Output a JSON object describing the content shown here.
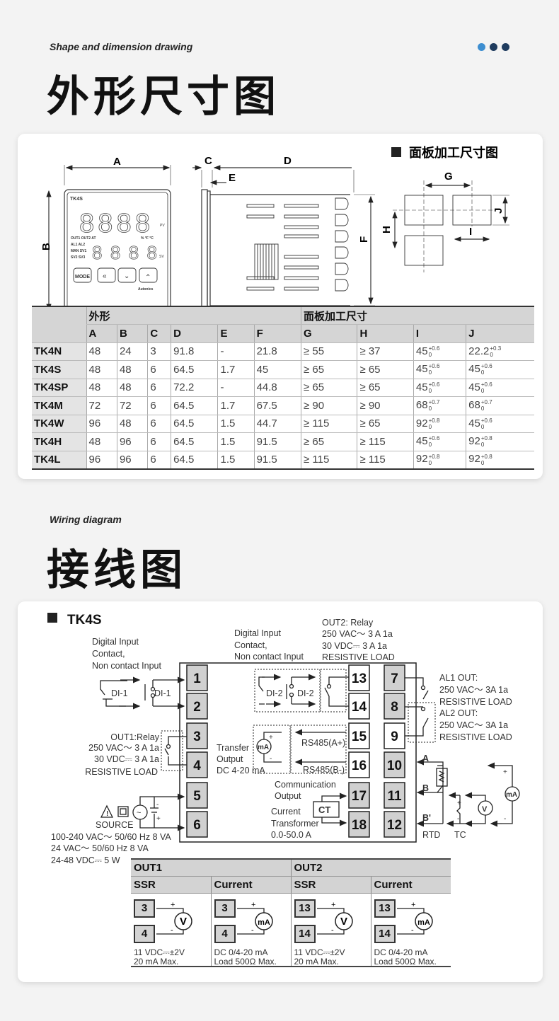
{
  "section1": {
    "subtitle": "Shape and dimension drawing",
    "title": "外形尺寸图"
  },
  "section2": {
    "subtitle": "Wiring diagram",
    "title": "接线图"
  },
  "colors": {
    "dot1": "#3d8ed0",
    "dot2": "#1f3c5e",
    "dot3": "#1f3c5e",
    "terminal_gray": "#d0d0d0"
  },
  "drawing": {
    "panel_title": "面板加工尺寸图",
    "labels": {
      "A": "A",
      "B": "B",
      "C": "C",
      "D": "D",
      "E": "E",
      "F": "F",
      "G": "G",
      "H": "H",
      "I": "I",
      "J": "J"
    },
    "device": {
      "model": "TK4S",
      "pv": "PV",
      "sv": "SV",
      "ind1": "OUT1 OUT2 AT",
      "ind2": "AL1 AL2",
      "ind3": "MAN SV1",
      "ind4": "SV2 SV3",
      "units": "% °F °C",
      "mode": "MODE",
      "brand": "Autonics"
    }
  },
  "dim_table": {
    "groups": [
      "外形",
      "面板加工尺寸"
    ],
    "columns": [
      "A",
      "B",
      "C",
      "D",
      "E",
      "F",
      "G",
      "H",
      "I",
      "J"
    ],
    "rows": [
      {
        "model": "TK4N",
        "v": [
          "48",
          "24",
          "3",
          "91.8",
          "-",
          "21.8",
          "≥ 55",
          "≥ 37"
        ],
        "I": [
          "45",
          "+0.6",
          "0"
        ],
        "J": [
          "22.2",
          "+0.3",
          "0"
        ]
      },
      {
        "model": "TK4S",
        "v": [
          "48",
          "48",
          "6",
          "64.5",
          "1.7",
          "45",
          "≥ 65",
          "≥ 65"
        ],
        "I": [
          "45",
          "+0.6",
          "0"
        ],
        "J": [
          "45",
          "+0.6",
          "0"
        ]
      },
      {
        "model": "TK4SP",
        "v": [
          "48",
          "48",
          "6",
          "72.2",
          "-",
          "44.8",
          "≥ 65",
          "≥ 65"
        ],
        "I": [
          "45",
          "+0.6",
          "0"
        ],
        "J": [
          "45",
          "+0.6",
          "0"
        ]
      },
      {
        "model": "TK4M",
        "v": [
          "72",
          "72",
          "6",
          "64.5",
          "1.7",
          "67.5",
          "≥ 90",
          "≥ 90"
        ],
        "I": [
          "68",
          "+0.7",
          "0"
        ],
        "J": [
          "68",
          "+0.7",
          "0"
        ]
      },
      {
        "model": "TK4W",
        "v": [
          "96",
          "48",
          "6",
          "64.5",
          "1.5",
          "44.7",
          "≥ 115",
          "≥ 65"
        ],
        "I": [
          "92",
          "+0.8",
          "0"
        ],
        "J": [
          "45",
          "+0.6",
          "0"
        ]
      },
      {
        "model": "TK4H",
        "v": [
          "48",
          "96",
          "6",
          "64.5",
          "1.5",
          "91.5",
          "≥ 65",
          "≥ 115"
        ],
        "I": [
          "45",
          "+0.6",
          "0"
        ],
        "J": [
          "92",
          "+0.8",
          "0"
        ]
      },
      {
        "model": "TK4L",
        "v": [
          "96",
          "96",
          "6",
          "64.5",
          "1.5",
          "91.5",
          "≥ 115",
          "≥ 115"
        ],
        "I": [
          "92",
          "+0.8",
          "0"
        ],
        "J": [
          "92",
          "+0.8",
          "0"
        ]
      }
    ]
  },
  "wiring": {
    "model": "TK4S",
    "terminals_left": [
      "1",
      "2",
      "3",
      "4",
      "5",
      "6"
    ],
    "terminals_mid": [
      "13",
      "14",
      "15",
      "16",
      "17",
      "18"
    ],
    "terminals_right": [
      "7",
      "8",
      "9",
      "10",
      "11",
      "12"
    ],
    "di_left": [
      "Digital Input",
      "Contact,",
      "Non contact Input"
    ],
    "di_mid": [
      "Digital Input",
      "Contact,",
      "Non contact Input"
    ],
    "di1": "DI-1",
    "di2": "DI-2",
    "out2": [
      "OUT2: Relay",
      "250 VAC～ 3 A 1a",
      "30 VDC⎓ 3 A 1a",
      "RESISTIVE LOAD"
    ],
    "al": [
      "AL1 OUT:",
      "250 VAC～ 3A 1a",
      "RESISTIVE LOAD",
      "AL2 OUT:",
      "250 VAC～ 3A 1a",
      "RESISTIVE LOAD"
    ],
    "out1": [
      "OUT1:Relay",
      "250 VAC～ 3 A 1a",
      "30 VDC⎓ 3 A 1a",
      "RESISTIVE LOAD"
    ],
    "transfer": [
      "Transfer",
      "Output",
      "DC 4-20 mA"
    ],
    "rs485a": "RS485(A+)",
    "rs485b": "RS485(B-)",
    "comm": [
      "Communication",
      "Output"
    ],
    "ct": [
      "Current",
      "Transformer",
      "0.0-50.0 A"
    ],
    "ct_box": "CT",
    "source": "SOURCE",
    "power": [
      "100-240 VAC～ 50/60 Hz 8 VA",
      "24 VAC～ 50/60 Hz 8 VA",
      "24-48 VDC⎓ 5 W"
    ],
    "sensor": {
      "a": "A",
      "b": "B",
      "b2": "B'",
      "rtd": "RTD",
      "tc": "TC",
      "ma": "mA",
      "v": "V"
    },
    "plus": "+",
    "minus": "-"
  },
  "out_table": {
    "groups": [
      "OUT1",
      "OUT2"
    ],
    "heads": [
      "SSR",
      "Current",
      "SSR",
      "Current"
    ],
    "cells": [
      {
        "t": [
          "3",
          "4"
        ],
        "meter": "V",
        "cap": [
          "11 VDC⎓±2V",
          "20 mA Max."
        ]
      },
      {
        "t": [
          "3",
          "4"
        ],
        "meter": "mA",
        "cap": [
          "DC 0/4-20 mA",
          "Load 500Ω Max."
        ]
      },
      {
        "t": [
          "13",
          "14"
        ],
        "meter": "V",
        "cap": [
          "11 VDC⎓±2V",
          "20 mA Max."
        ]
      },
      {
        "t": [
          "13",
          "14"
        ],
        "meter": "mA",
        "cap": [
          "DC 0/4-20 mA",
          "Load 500Ω Max."
        ]
      }
    ]
  }
}
